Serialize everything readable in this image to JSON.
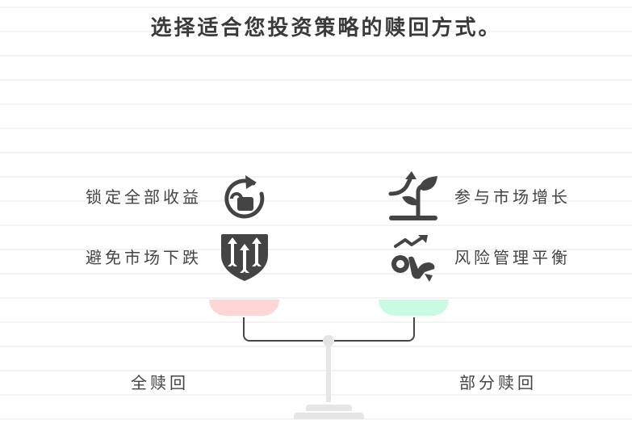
{
  "title": "选择适合您投资策略的赎回方式。",
  "left_side": {
    "caption": "全赎回",
    "pan_color": "#ffd6d6",
    "items": [
      {
        "label": "锁定全部收益",
        "icon": "unlock-refresh-icon"
      },
      {
        "label": "避免市场下跌",
        "icon": "shield-arrows-icon"
      }
    ]
  },
  "right_side": {
    "caption": "部分赎回",
    "pan_color": "#c9fbe2",
    "items": [
      {
        "label": "参与市场增长",
        "icon": "plant-growth-icon"
      },
      {
        "label": "风险管理平衡",
        "icon": "risk-balance-icon"
      }
    ]
  },
  "colors": {
    "icon": "#444444",
    "beam": "#474747",
    "stand": "#e6e6e6"
  }
}
